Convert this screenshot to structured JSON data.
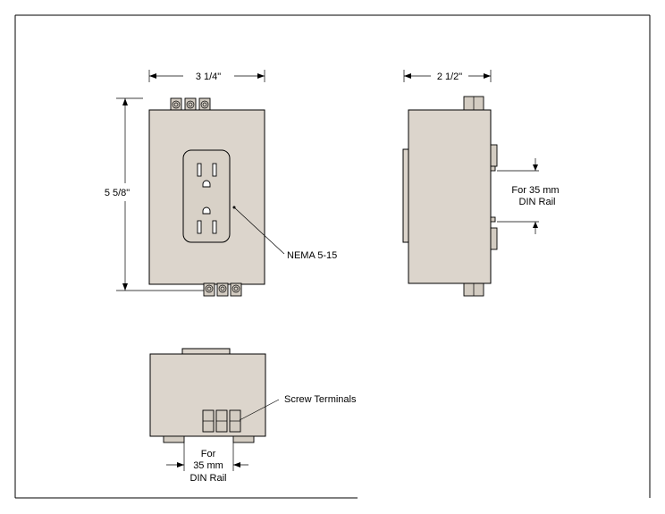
{
  "dimensions": {
    "front_width": "3 1/4\"",
    "front_height": "5 5/8\"",
    "side_depth": "2 1/2\""
  },
  "callouts": {
    "outlet": "NEMA 5-15",
    "side_din_line1": "For 35 mm",
    "side_din_line2": "DIN Rail",
    "terminals": "Screw Terminals",
    "bottom_din_line1": "For",
    "bottom_din_line2": "35 mm",
    "bottom_din_line3": "DIN Rail"
  }
}
